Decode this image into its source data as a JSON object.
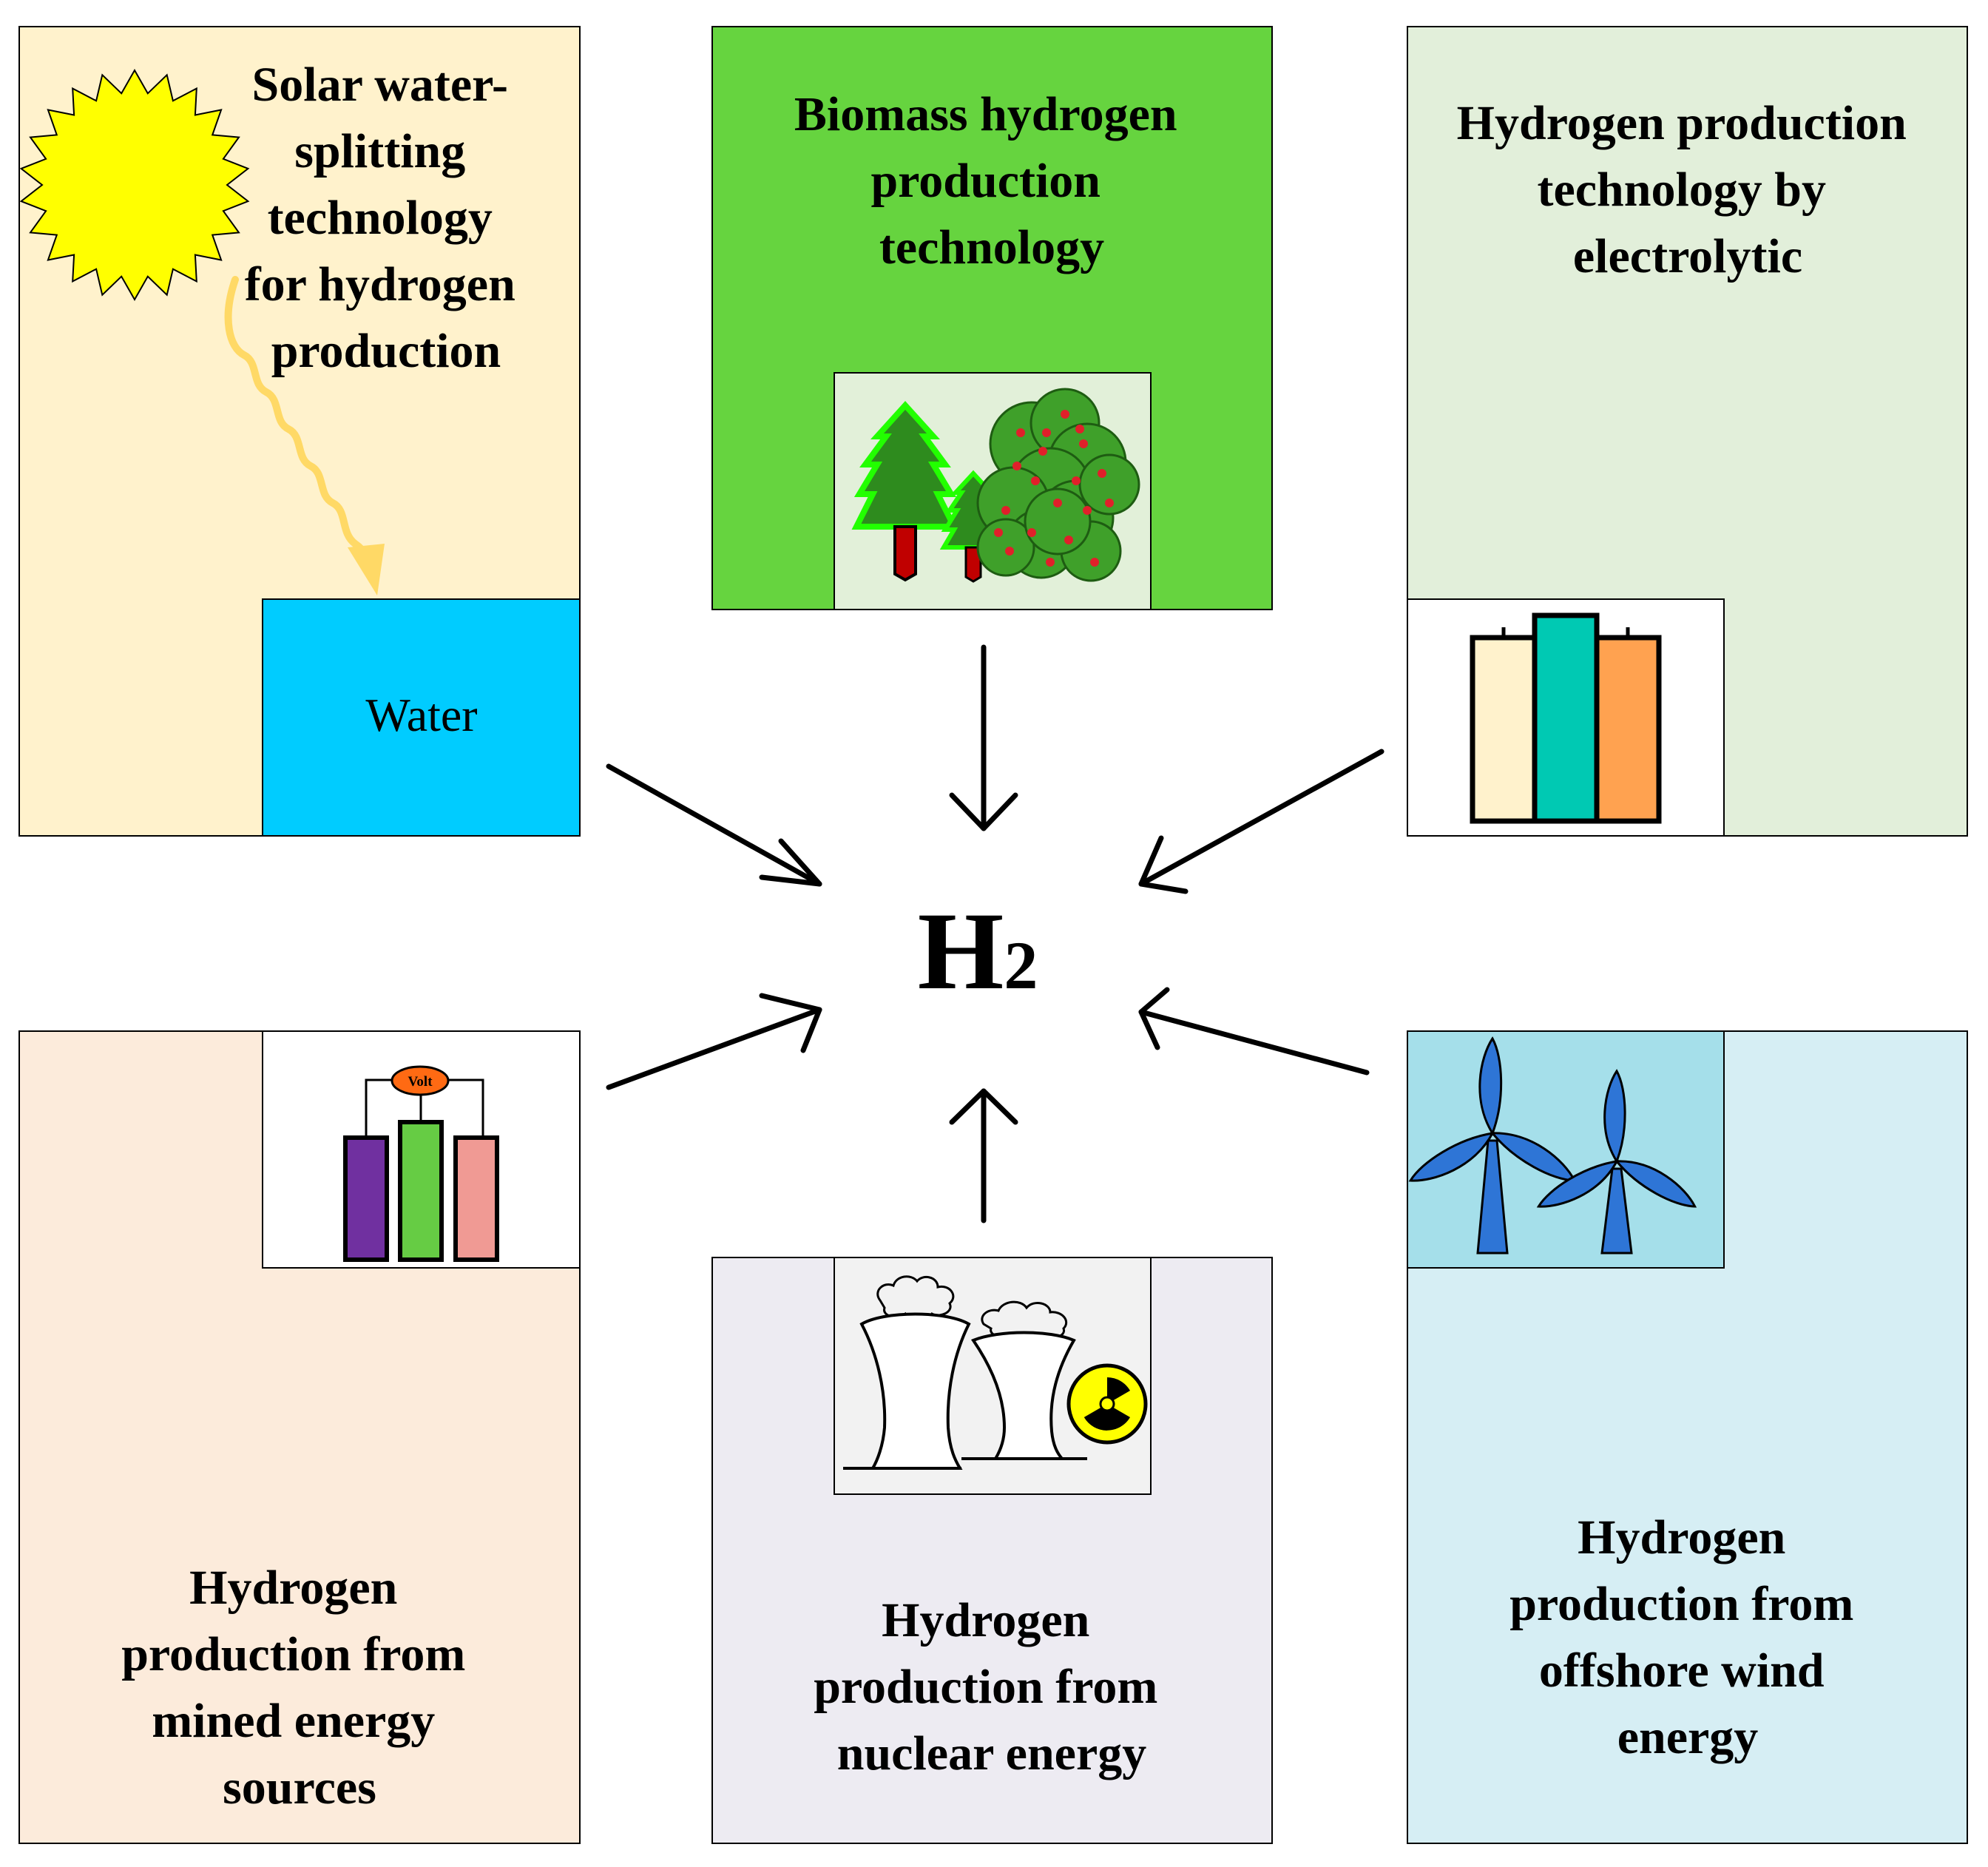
{
  "center": {
    "label": "H",
    "subscript": "2"
  },
  "panels": {
    "solar": {
      "title_lines": [
        "Solar water-",
        "splitting",
        "technology",
        "for hydrogen",
        "production"
      ],
      "inset_label": "Water",
      "colors": {
        "background": "#FFF2CC",
        "inset": "#00CCFF",
        "sun": "#FFFF00",
        "ray": "#FFD966"
      }
    },
    "biomass": {
      "title_lines": [
        "Biomass hydrogen",
        "production",
        "technology"
      ],
      "colors": {
        "background": "#66D43F",
        "inset": "#E2F0D9"
      }
    },
    "electrolytic": {
      "title_lines": [
        "Hydrogen production",
        "technology by",
        "electrolytic"
      ],
      "colors": {
        "background": "#E2EFDA",
        "inset": "#FFFFFF",
        "cells": [
          "#FFF2CC",
          "#00C9B3",
          "#FFA250"
        ]
      }
    },
    "mined": {
      "title_lines": [
        "Hydrogen",
        "production from",
        "mined energy",
        "sources"
      ],
      "inset_label": "Volt",
      "colors": {
        "background": "#FCEBDB",
        "inset": "#FFFFFF",
        "cells": [
          "#7030A0",
          "#66CC44",
          "#F09A94"
        ],
        "meter": "#FF6A13"
      }
    },
    "nuclear": {
      "title_lines": [
        "Hydrogen",
        "production from",
        "nuclear energy"
      ],
      "colors": {
        "background": "#EDEBF2",
        "inset": "#F2F2F2",
        "symbol": "#FFFF00"
      }
    },
    "wind": {
      "title_lines": [
        "Hydrogen",
        "production from",
        "offshore wind",
        "energy"
      ],
      "colors": {
        "background": "#D6EEF4",
        "inset": "#A5DFEA",
        "turbine": "#2E75D6"
      }
    }
  }
}
